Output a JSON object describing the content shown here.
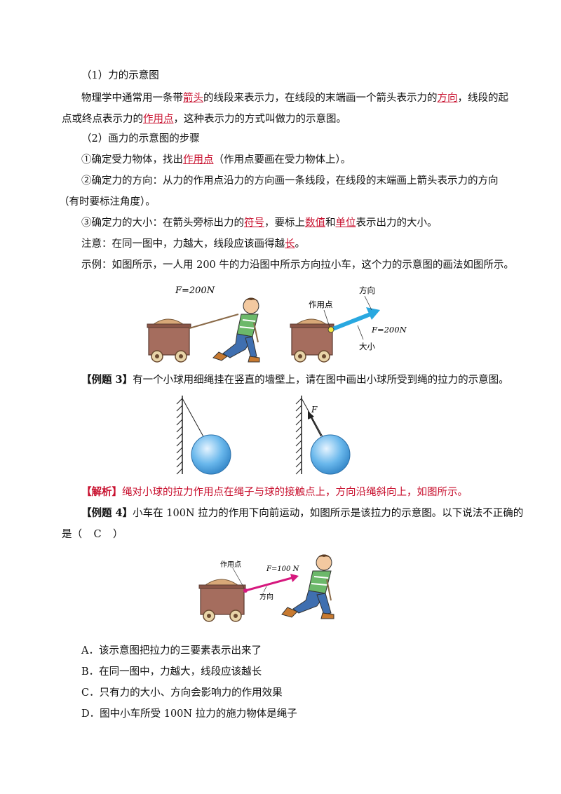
{
  "s1": {
    "heading": "（1）力的示意图"
  },
  "p1": {
    "a": "物理学中通常用一条带",
    "k1": "箭头",
    "b": "的线段来表示力，在线段的末端画一个箭头表示力的",
    "k2": "方向",
    "c": "，线段的起",
    "d": "点或终点表示力的",
    "k3": "作用点",
    "e": "，这种表示力的方式叫做力的示意图。"
  },
  "s2": {
    "heading": "（2）画力的示意图的步骤"
  },
  "step1": {
    "a": "①确定受力物体，找出",
    "k": "作用点",
    "b": "（作用点要画在受力物体上）。"
  },
  "step2": {
    "a": "②确定力的方向：从力的作用点沿力的方向画一条线段，在线段的末端画上箭头表示力的方向",
    "b": "（有时要标注角度）。"
  },
  "step3": {
    "a": "③确定力的大小：在箭头旁标出力的",
    "k1": "符号",
    "b": "，要标上",
    "k2": "数值",
    "c": "和",
    "k3": "单位",
    "d": "表示出力的大小。"
  },
  "note": {
    "a": "注意：在同一图中，力越大，线段应该画得越",
    "k": "长",
    "b": "。"
  },
  "example": {
    "text": "示例：如图所示，一人用 200 牛的力沿图中所示方向拉小车，这个力的示意图的画法如图所示。"
  },
  "fig1": {
    "left_label": "F=200N",
    "label_point": "作用点",
    "label_direction": "方向",
    "label_force": "F=200N",
    "label_size": "大小"
  },
  "ex3": {
    "tag": "【例题 3】",
    "text": "有一个小球用细绳挂在竖直的墙壁上，请在图中画出小球所受到绳的拉力的示意图。"
  },
  "fig2": {
    "force_label": "F"
  },
  "analysis": {
    "tag": "【解析】",
    "text": "绳对小球的拉力作用点在绳子与球的接触点上，方向沿绳斜向上，如图所示。"
  },
  "ex4": {
    "tag": "【例题 4】",
    "text": "小车在 100N 拉力的作用下向前运动，如图所示是该拉力的示意图。以下说法不正确的",
    "text2": "是（",
    "answer": "C",
    "text3": "）"
  },
  "fig3": {
    "label_point": "作用点",
    "label_force": "F=100 N",
    "label_direction": "方向"
  },
  "options": [
    "A．该示意图把拉力的三要素表示出来了",
    "B．在同一图中，力越大，线段应该越长",
    "C．只有力的大小、方向会影响力的作用效果",
    "D．图中小车所受 100N 拉力的施力物体是绳子"
  ],
  "colors": {
    "accent_red": "#c8102e",
    "cart": "#a56d5e",
    "sand": "#d8a878",
    "arrow_blue": "#29a8e0",
    "ball": "#6ab8ec",
    "arrow_magenta": "#d6187e"
  }
}
